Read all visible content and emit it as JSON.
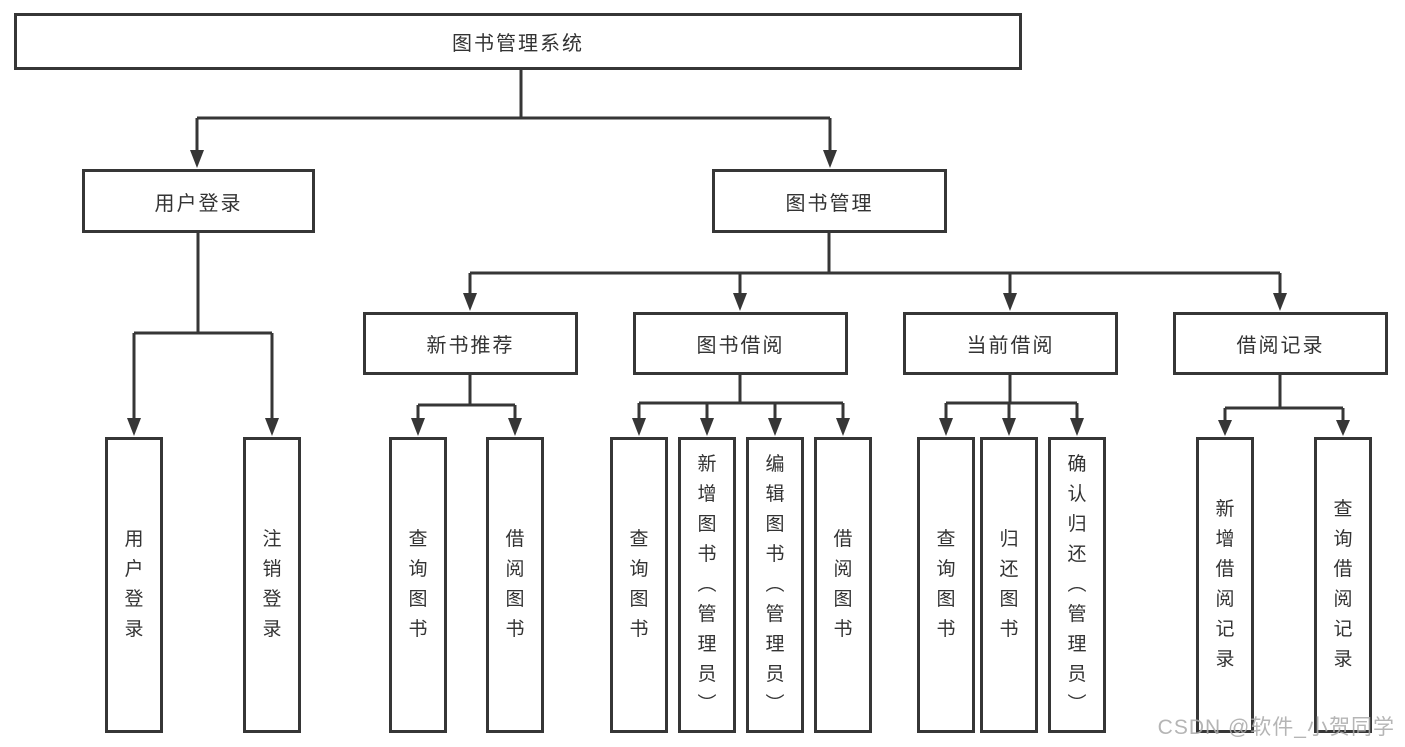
{
  "diagram": {
    "root": {
      "label": "图书管理系统"
    },
    "level2": [
      {
        "label": "用户登录"
      },
      {
        "label": "图书管理"
      }
    ],
    "level3": [
      {
        "label": "新书推荐"
      },
      {
        "label": "图书借阅"
      },
      {
        "label": "当前借阅"
      },
      {
        "label": "借阅记录"
      }
    ],
    "leaves": {
      "user_login": [
        "用户登录",
        "注销登录"
      ],
      "new_book": [
        "查询图书",
        "借阅图书"
      ],
      "book_borrow": [
        "查询图书",
        "新增图书（管理员）",
        "编辑图书（管理员）",
        "借阅图书"
      ],
      "current_borrow": [
        "查询图书",
        "归还图书",
        "确认归还（管理员）"
      ],
      "borrow_record": [
        "新增借阅记录",
        "查询借阅记录"
      ]
    }
  },
  "watermark": {
    "text": "CSDN @软件_小贺同学"
  },
  "colors": {
    "line": "#363636",
    "text": "#333333",
    "watermark": "#ababab",
    "background": "#ffffff"
  }
}
